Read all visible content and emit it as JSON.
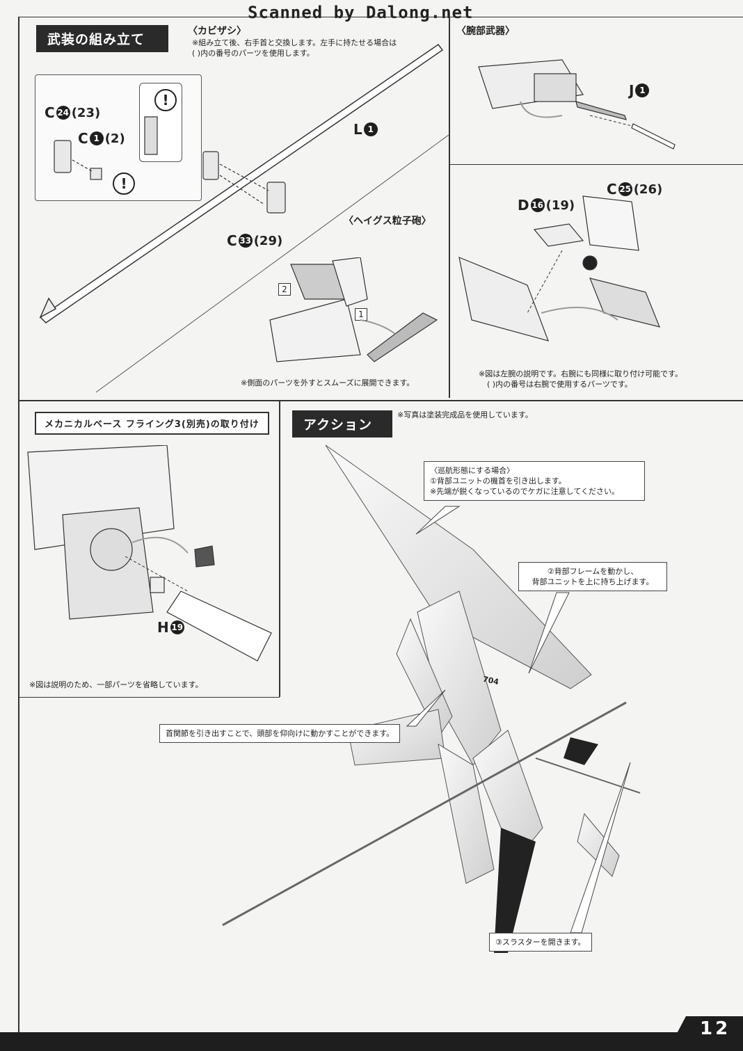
{
  "header": {
    "scan_credit": "Scanned by Dalong.net"
  },
  "weapon_assembly": {
    "title": "武装の組み立て",
    "kabizashi": {
      "subtitle": "〈カビザシ〉",
      "note_line1": "※組み立て後、右手首と交換します。左手に持たせる場合は",
      "note_line2": "( )内の番号のパーツを使用します。",
      "parts": {
        "c24": "C",
        "c24_num": "24",
        "c24_alt": "(23)",
        "c1": "C",
        "c1_num": "1",
        "c1_alt": "(2)",
        "l1": "L",
        "l1_num": "1",
        "c33": "C",
        "c33_num": "33",
        "c33_alt": "(29)"
      },
      "warn_mark": "!"
    },
    "arm_weapon": {
      "subtitle": "〈腕部武器〉",
      "parts": {
        "j1": "J",
        "j1_num": "1",
        "d16": "D",
        "d16_num": "16",
        "d16_alt": "(19)",
        "c25": "C",
        "c25_num": "25",
        "c25_alt": "(26)"
      },
      "note_line1": "※図は左腕の説明です。右腕にも同様に取り付け可能です。",
      "note_line2": "( )内の番号は右腕で使用するパーツです。"
    },
    "hages_cannon": {
      "subtitle": "〈ヘイグス粒子砲〉",
      "step1": "1",
      "step2": "2",
      "note": "※側面のパーツを外すとスムーズに展開できます。"
    }
  },
  "mechanical_base": {
    "title": "メカニカルベース フライング3(別売)の取り付け",
    "part": "H",
    "part_num": "19",
    "note": "※図は説明のため、一部パーツを省略しています。"
  },
  "action": {
    "title": "アクション",
    "photo_note": "※写真は塗装完成品を使用しています。",
    "callout1_line1": "〈巡航形態にする場合〉",
    "callout1_line2": "①背部ユニットの機首を引き出します。",
    "callout1_line3": "※先端が鋭くなっているのでケガに注意してください。",
    "callout2_line1": "②背部フレームを動かし、",
    "callout2_line2": "背部ユニットを上に持ち上げます。",
    "callout3": "首関節を引き出すことで、頭部を仰向けに動かすことができます。",
    "callout4": "③スラスターを開きます。",
    "unit_number": "704"
  },
  "footer": {
    "page_number": "12"
  }
}
